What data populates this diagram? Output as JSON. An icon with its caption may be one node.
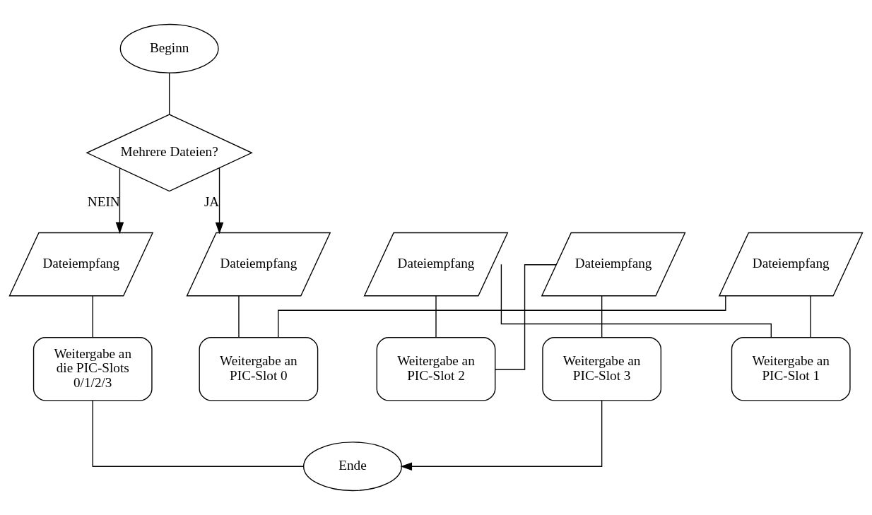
{
  "diagram": {
    "nodes": [
      {
        "text": [
          "Beginn"
        ]
      },
      {
        "text": [
          "Mehrere Dateien?"
        ]
      },
      {
        "text": [
          "Dateiempfang"
        ]
      },
      {
        "text": [
          "Weitergabe an die PIC-Slots 0/1/2/3"
        ]
      },
      {
        "text": [
          "Dateiempfang"
        ]
      },
      {
        "text": [
          "Weitergabe an PIC-Slot 0"
        ]
      },
      {
        "text": [
          "Dateiempfang"
        ]
      },
      {
        "text": [
          "Weitergabe an PIC-Slot 1"
        ]
      },
      {
        "text": [
          "Dateiempfang"
        ]
      },
      {
        "text": [
          "Weitergabe an PIC-Slot 2"
        ]
      },
      {
        "text": [
          "Dateiempfang"
        ]
      },
      {
        "text": [
          "Weitergabe an PIC-Slot 3"
        ]
      },
      {
        "text": [
          "Ende"
        ]
      }
    ],
    "edges": [
      {
        "from": 0,
        "to": 1,
        "arrow": "none"
      },
      {
        "from": 1,
        "to": 2,
        "arrow": "to",
        "label": "NEIN"
      },
      {
        "from": 1,
        "to": 4,
        "arrow": "to",
        "label": "JA"
      },
      {
        "from": 2,
        "to": 3,
        "arrow": "none"
      },
      {
        "from": 3,
        "to": 12,
        "arrow": "none"
      },
      {
        "from": 4,
        "to": 5,
        "arrow": "none"
      },
      {
        "from": 5,
        "to": 6,
        "arrow": "none"
      },
      {
        "from": 6,
        "to": 7,
        "arrow": "none"
      },
      {
        "from": 7,
        "to": 8,
        "arrow": "none"
      },
      {
        "from": 8,
        "to": 9,
        "arrow": "none"
      },
      {
        "from": 9,
        "to": 10,
        "arrow": "none"
      },
      {
        "from": 10,
        "to": 11,
        "arrow": "none"
      },
      {
        "from": 11,
        "to": 12,
        "arrow": "to"
      }
    ]
  }
}
